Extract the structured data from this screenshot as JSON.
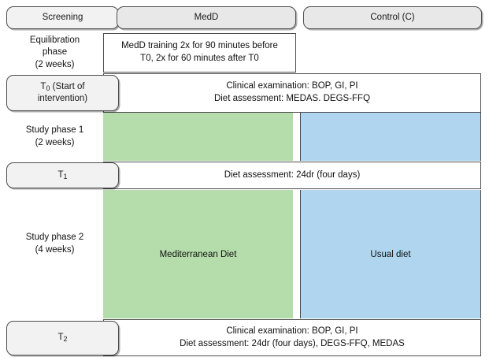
{
  "figure": {
    "title": "Study design flowchart",
    "colors": {
      "green_band": "#b5ddab",
      "blue_band": "#afd5ef",
      "pill_fill": "#f2f2f2",
      "border": "#4d4d4d"
    }
  },
  "header": {
    "screening": "Screening",
    "medd": "MedD",
    "control": "Control (C)"
  },
  "rows": {
    "equilibration": {
      "label_line1": "Equilibration",
      "label_line2": "phase",
      "label_line3": "(2 weeks)",
      "content_line1": "MedD training 2x for 90 minutes before",
      "content_line2": "T0, 2x for 60 minutes after T0"
    },
    "t0": {
      "pill_line1_prefix": "T",
      "pill_line1_sub": "0",
      "pill_line1_suffix": " (Start of",
      "pill_line2": "intervention)",
      "content_line1": "Clinical examination: BOP, GI, PI",
      "content_line2": "Diet assessment: MEDAS. DEGS-FFQ"
    },
    "study_phase_1": {
      "label_line1": "Study phase 1",
      "label_line2": "(2 weeks)",
      "green_label": "",
      "blue_label": ""
    },
    "t1": {
      "pill_prefix": "T",
      "pill_sub": "1",
      "content": "Diet assessment: 24dr (four days)"
    },
    "study_phase_2": {
      "label_line1": "Study phase 2",
      "label_line2": "(4 weeks)",
      "green_label": "Mediterranean Diet",
      "blue_label": "Usual diet"
    },
    "t2": {
      "pill_prefix": "T",
      "pill_sub": "2",
      "content_line1": "Clinical examination: BOP, GI, PI",
      "content_line2": "Diet assessment: 24dr (four days), DEGS-FFQ, MEDAS"
    }
  }
}
